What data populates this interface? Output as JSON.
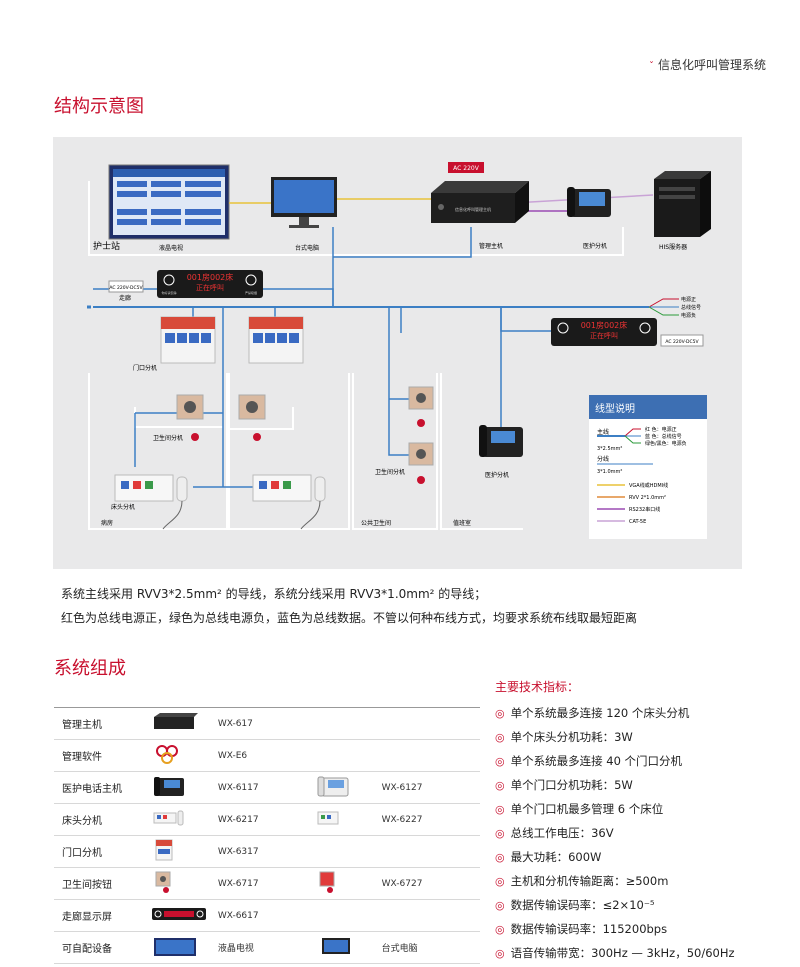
{
  "header": {
    "system_name": "信息化呼叫管理系统"
  },
  "section1": {
    "title": "结构示意图"
  },
  "diagram": {
    "nurse_station": "护士站",
    "lcd_tv": "液晶电视",
    "desktop_pc": "台式电脑",
    "ac_badge": "AC 220V",
    "main_host": "管理主机",
    "host_label": "信息化呼叫管理主机",
    "medical_phone": "医护分机",
    "his_server": "HIS服务器",
    "corridor": "走廊",
    "ac_psu": "AC 220V-DC5V",
    "led_line1": "001房002床",
    "led_line2": "正在呼叫",
    "led_left_icon": "你好请安静",
    "led_right_icon": "严禁吸烟",
    "power_pos": "电源正",
    "bus_signal": "总线信号",
    "power_neg": "电源负",
    "door_unit": "门口分机",
    "bathroom_btn": "卫生间分机",
    "bedside_unit": "床头分机",
    "ward": "病房",
    "public_toilet": "公共卫生间",
    "duty_room": "值班室",
    "legend_title": "线型说明",
    "legend_main": "主线",
    "legend_main_spec": "3*2.5mm²",
    "legend_branch": "分线",
    "legend_branch_spec": "3*1.0mm²",
    "legend_red": "红 色：电源正",
    "legend_blue": "蓝 色：总线信号",
    "legend_green": "绿色/黑色：电源负",
    "legend_vga": "VGA线或HDMI线",
    "legend_rvv": "RVV 2*1.0mm²",
    "legend_rs232": "RS232串口线",
    "legend_cat": "CAT-5E"
  },
  "notes": {
    "line1": "系统主线采用 RVV3*2.5mm² 的导线，系统分线采用 RVV3*1.0mm² 的导线；",
    "line2": "红色为总线电源正，绿色为总线电源负，蓝色为总线数据。不管以何种布线方式，均要求系统布线取最短距离"
  },
  "section2": {
    "title": "系统组成"
  },
  "components": [
    {
      "name": "管理主机",
      "model1": "WX-617",
      "model2": ""
    },
    {
      "name": "管理软件",
      "model1": "WX-E6",
      "model2": ""
    },
    {
      "name": "医护电话主机",
      "model1": "WX-6117",
      "model2": "WX-6127"
    },
    {
      "name": "床头分机",
      "model1": "WX-6217",
      "model2": "WX-6227"
    },
    {
      "name": "门口分机",
      "model1": "WX-6317",
      "model2": ""
    },
    {
      "name": "卫生间按钮",
      "model1": "WX-6717",
      "model2": "WX-6727"
    },
    {
      "name": "走廊显示屏",
      "model1": "WX-6617",
      "model2": ""
    },
    {
      "name": "可自配设备",
      "model1": "液晶电视",
      "model2": "台式电脑"
    }
  ],
  "specs": {
    "title": "主要技术指标：",
    "items": [
      "单个系统最多连接 120 个床头分机",
      "单个床头分机功耗：3W",
      "单个系统最多连接 40 个门口分机",
      "单个门口分机功耗：5W",
      "单个门口机最多管理 6 个床位",
      "总线工作电压：36V",
      "最大功耗：600W",
      "主机和分机传输距离：≥500m",
      "数据传输误码率：≤2×10⁻⁵",
      "数据传输误码率：115200bps",
      "语音传输带宽：300Hz — 3kHz，50/60Hz"
    ]
  },
  "colors": {
    "accent": "#c8102e",
    "bus_blue": "#3c7fc4",
    "legend_header": "#3d6fb3"
  }
}
